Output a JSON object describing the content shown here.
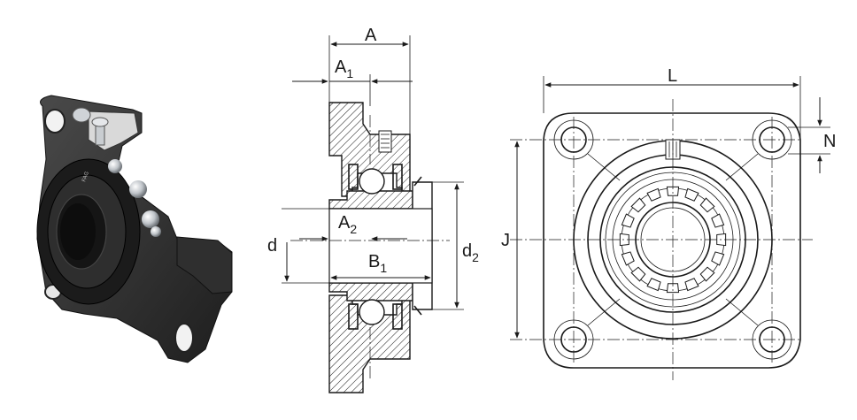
{
  "labels": {
    "A": "A",
    "A1_main": "A",
    "A1_sub": "1",
    "A2_main": "A",
    "A2_sub": "2",
    "d": "d",
    "B1_main": "B",
    "B1_sub": "1",
    "d2_main": "d",
    "d2_sub": "2",
    "L": "L",
    "N": "N",
    "J": "J"
  },
  "photo": {
    "brand_text": "FAG"
  },
  "colors": {
    "line": "#1a1a1a",
    "housing_dark": "#2b2b2b",
    "housing_mid": "#3d3d3d",
    "steel": "#c8ccd0",
    "background": "#ffffff"
  }
}
